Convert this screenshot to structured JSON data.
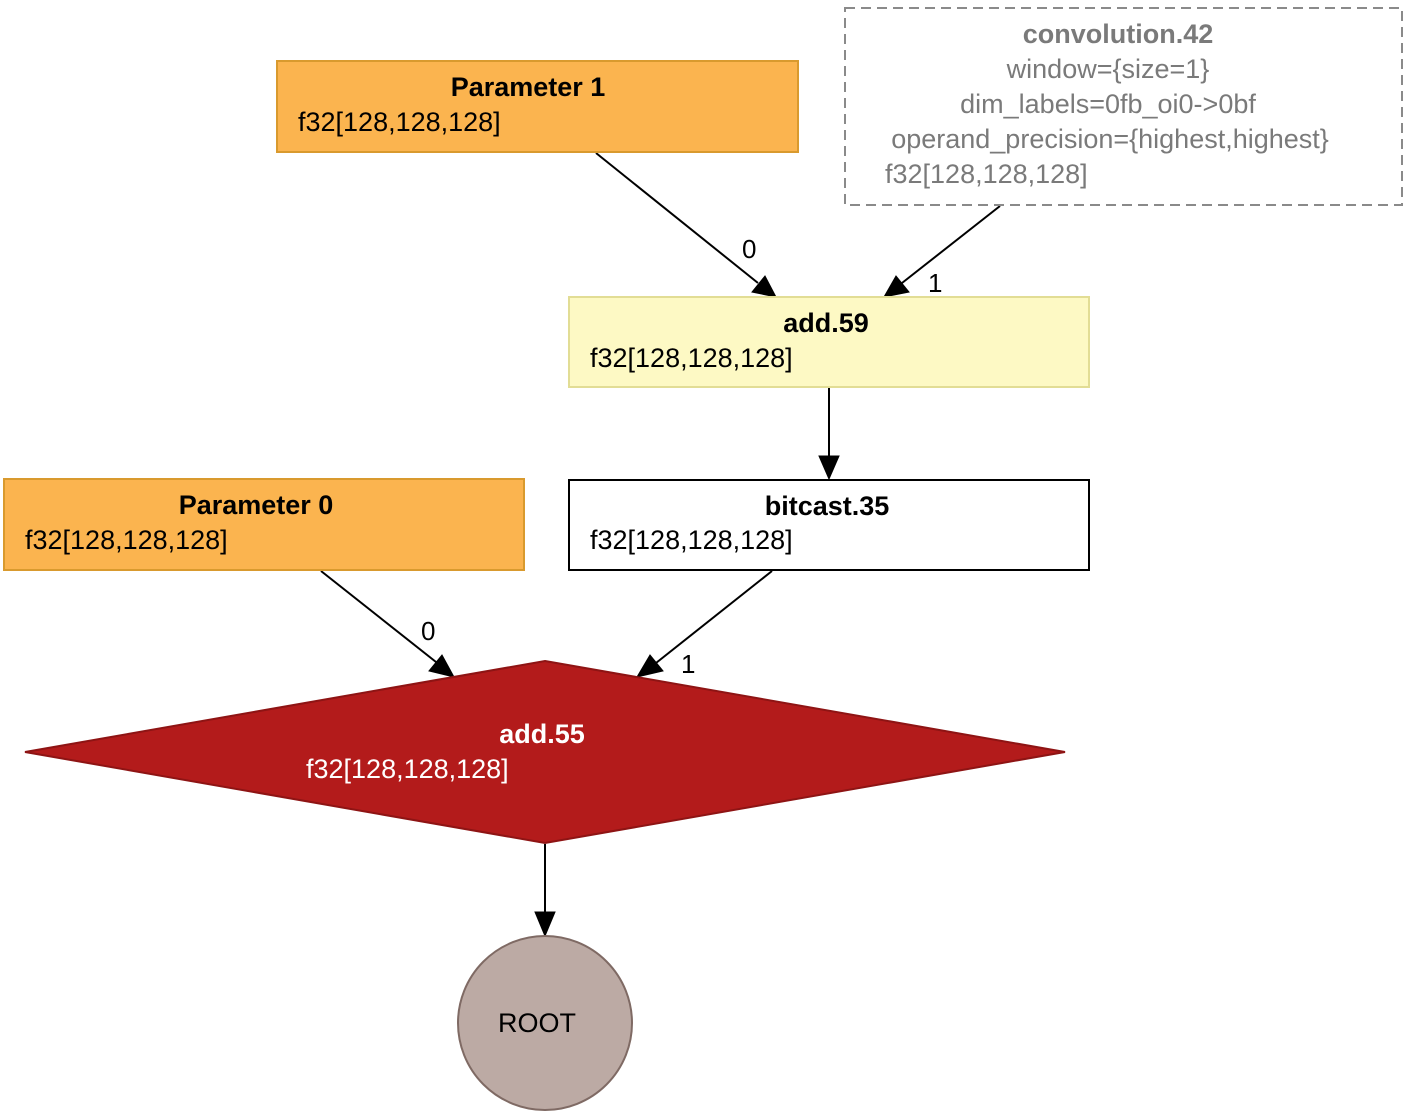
{
  "colors": {
    "parameter_fill": "#fbb44f",
    "parameter_stroke": "#d99a2e",
    "add59_fill": "#fdf9c4",
    "add59_stroke": "#e2dd95",
    "bitcast_fill": "#ffffff",
    "bitcast_stroke": "#000000",
    "convolution_stroke": "#8a8a8a",
    "convolution_text": "#7a7a7a",
    "add55_fill": "#b31b1b",
    "add55_text": "#ffffff",
    "root_fill": "#bcaaa4",
    "root_stroke": "#7f6a64"
  },
  "nodes": {
    "parameter1": {
      "title": "Parameter 1",
      "shape": "f32[128,128,128]"
    },
    "convolution42": {
      "title": "convolution.42",
      "line1": "window={size=1}",
      "line2": "dim_labels=0fb_oi0->0bf",
      "line3": "operand_precision={highest,highest}",
      "shape": "f32[128,128,128]"
    },
    "add59": {
      "title": "add.59",
      "shape": "f32[128,128,128]"
    },
    "parameter0": {
      "title": "Parameter 0",
      "shape": "f32[128,128,128]"
    },
    "bitcast35": {
      "title": "bitcast.35",
      "shape": "f32[128,128,128]"
    },
    "add55": {
      "title": "add.55",
      "shape": "f32[128,128,128]"
    },
    "root": {
      "label": "ROOT"
    }
  },
  "edges": {
    "param1_to_add59": {
      "label": "0"
    },
    "conv42_to_add59": {
      "label": "1"
    },
    "param0_to_add55": {
      "label": "0"
    },
    "bitcast35_to_add55": {
      "label": "1"
    }
  }
}
